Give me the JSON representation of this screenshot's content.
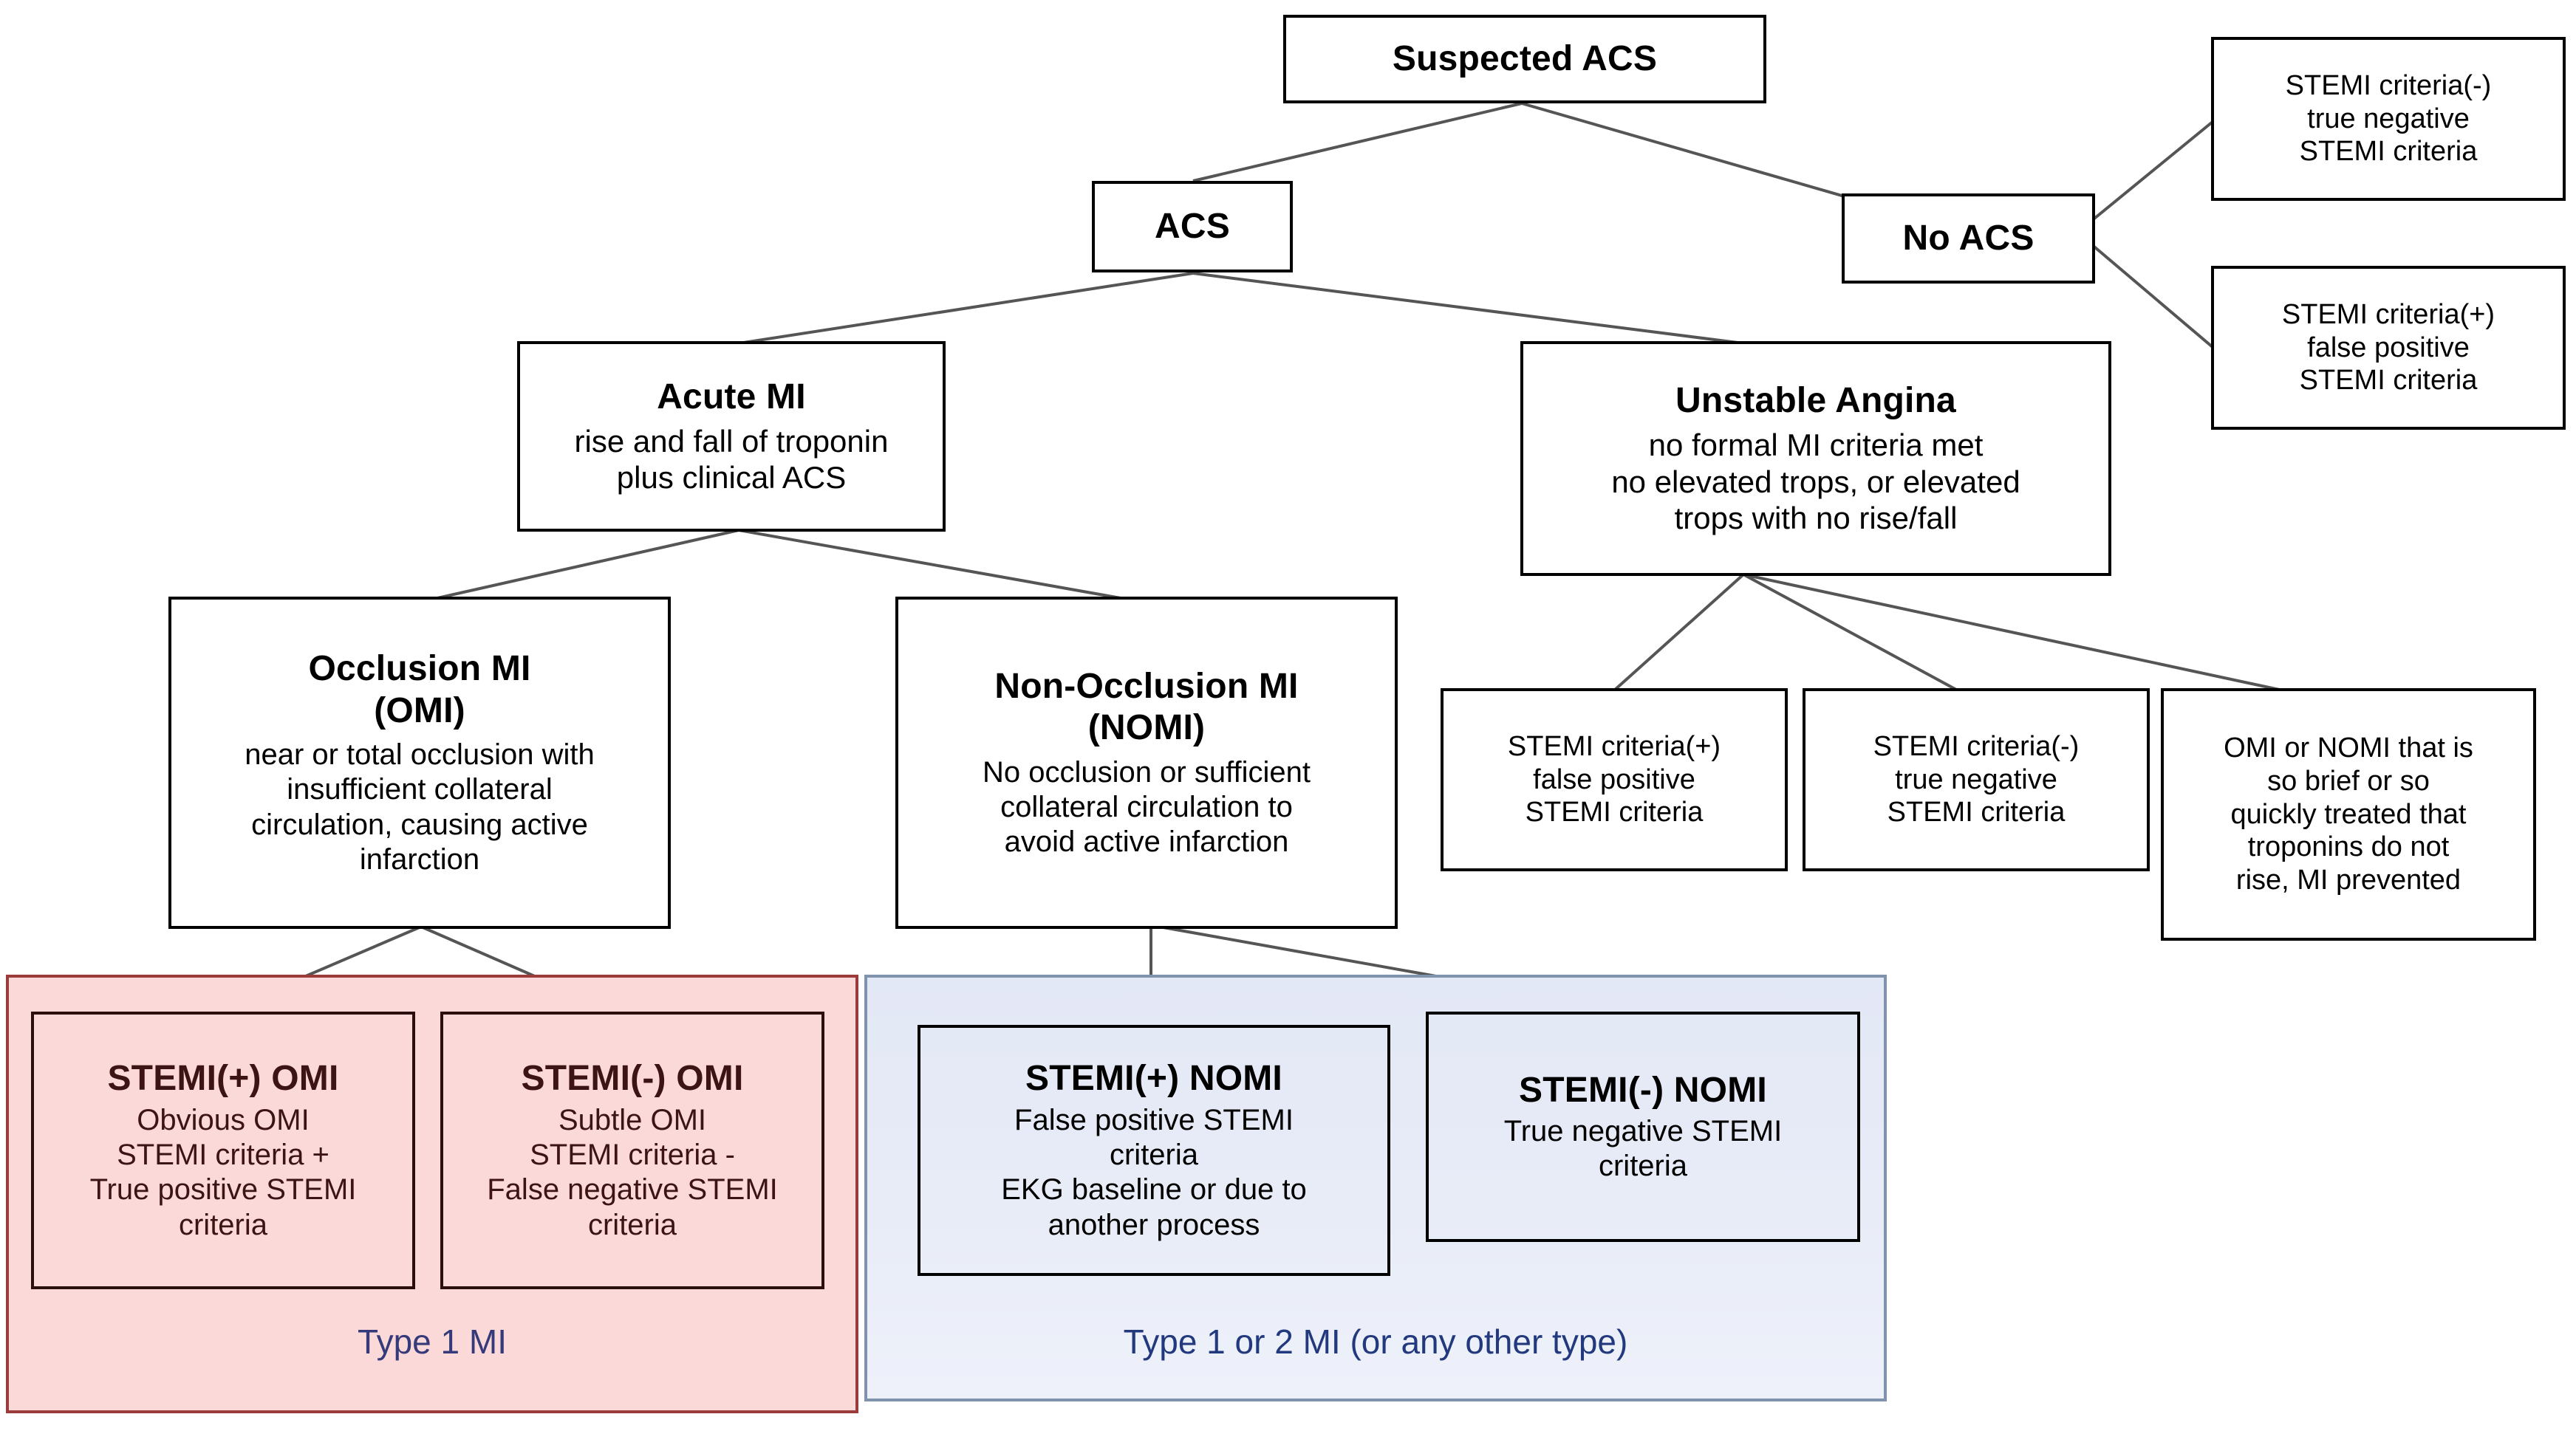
{
  "diagram": {
    "title": "ACS / OMI-NOMI classification flowchart",
    "colors": {
      "pink_panel_fill": "#fbd9d9",
      "pink_panel_border": "#9c3b3b",
      "blue_panel_fill": "#e8ecf7",
      "blue_panel_border": "#7f93ad",
      "pink_text": "#3d1414",
      "pink_label_text": "#343a7a",
      "blue_label_text": "#23397e",
      "box_border": "#000000",
      "connector": "#555555"
    }
  },
  "nodes": {
    "suspected_acs": {
      "title": "Suspected ACS"
    },
    "acs": {
      "title": "ACS"
    },
    "no_acs": {
      "title": "No ACS"
    },
    "no_acs_true_negative": {
      "lines": [
        "STEMI criteria(-)",
        "true negative",
        "STEMI criteria"
      ]
    },
    "no_acs_false_positive": {
      "lines": [
        "STEMI criteria(+)",
        "false positive",
        "STEMI criteria"
      ]
    },
    "acute_mi": {
      "title": "Acute MI",
      "lines": [
        "rise and fall of troponin",
        "plus clinical ACS"
      ]
    },
    "unstable_angina": {
      "title": "Unstable Angina",
      "lines": [
        "no formal MI criteria met",
        "no elevated trops, or elevated",
        "trops with no rise/fall"
      ]
    },
    "occlusion_mi": {
      "title_line1": "Occlusion MI",
      "title_line2": "(OMI)",
      "lines": [
        "near or total occlusion with",
        "insufficient collateral",
        "circulation, causing active",
        "infarction"
      ]
    },
    "non_occlusion_mi": {
      "title_line1": "Non-Occlusion MI",
      "title_line2": "(NOMI)",
      "lines": [
        "No occlusion or sufficient",
        "collateral circulation to",
        "avoid active infarction"
      ]
    },
    "ua_false_positive": {
      "lines": [
        "STEMI criteria(+)",
        "false positive",
        "STEMI criteria"
      ]
    },
    "ua_true_negative": {
      "lines": [
        "STEMI criteria(-)",
        "true negative",
        "STEMI criteria"
      ]
    },
    "ua_brief_omi_nomi": {
      "lines": [
        "OMI or NOMI that is",
        "so brief or so",
        "quickly treated that",
        "troponins do not",
        "rise, MI prevented"
      ]
    },
    "stemi_pos_omi": {
      "title": "STEMI(+) OMI",
      "lines": [
        "Obvious OMI",
        "STEMI criteria +",
        "True positive STEMI",
        "criteria"
      ]
    },
    "stemi_neg_omi": {
      "title": "STEMI(-) OMI",
      "lines": [
        "Subtle OMI",
        "STEMI criteria -",
        "False negative STEMI",
        "criteria"
      ]
    },
    "stemi_pos_nomi": {
      "title": "STEMI(+) NOMI",
      "lines": [
        "False positive STEMI",
        "criteria",
        "EKG baseline or due to",
        "another process"
      ]
    },
    "stemi_neg_nomi": {
      "title": "STEMI(-) NOMI",
      "lines": [
        "True negative STEMI",
        "criteria"
      ]
    }
  },
  "panels": {
    "type1": {
      "label": "Type 1 MI"
    },
    "type1or2": {
      "label": "Type 1 or 2 MI (or any other type)"
    }
  }
}
